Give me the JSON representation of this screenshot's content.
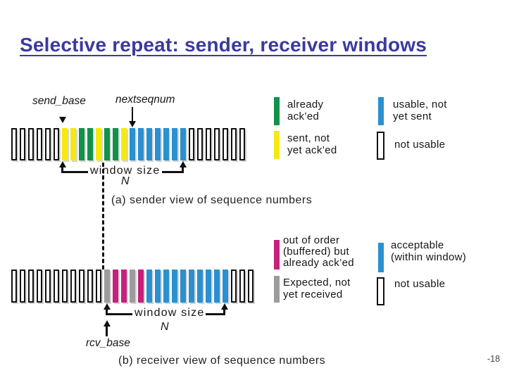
{
  "title": "Selective repeat: sender, receiver windows",
  "page_number": "-18",
  "colors": {
    "green": "#12914b",
    "yellow": "#f6e912",
    "blue": "#2a90d0",
    "magenta": "#c6217c",
    "gray": "#9c9c9c",
    "white": "#ffffff",
    "outline": "#101010",
    "title": "#3a3a9e"
  },
  "sender": {
    "label_send_base": "send_base",
    "label_nextseqnum": "nextseqnum",
    "window_label": "window size",
    "window_n": "N",
    "caption": "(a) sender view of sequence numbers",
    "bars": [
      "white",
      "white",
      "white",
      "white",
      "white",
      "white",
      "yellow",
      "yellow",
      "green",
      "green",
      "yellow",
      "green",
      "green",
      "yellow",
      "blue",
      "blue",
      "blue",
      "blue",
      "blue",
      "blue",
      "blue",
      "white",
      "white",
      "white",
      "white",
      "white",
      "white",
      "white"
    ]
  },
  "receiver": {
    "label_rcv_base": "rcv_base",
    "window_label": "window size",
    "window_n": "N",
    "caption": "(b) receiver view of sequence numbers",
    "bars": [
      "white",
      "white",
      "white",
      "white",
      "white",
      "white",
      "white",
      "white",
      "white",
      "white",
      "white",
      "gray",
      "magenta",
      "magenta",
      "gray",
      "magenta",
      "blue",
      "blue",
      "blue",
      "blue",
      "blue",
      "blue",
      "blue",
      "blue",
      "blue",
      "blue",
      "white",
      "white",
      "white"
    ]
  },
  "legend_sender": [
    {
      "swatch": "green",
      "lines": [
        "already",
        "ack’ed"
      ]
    },
    {
      "swatch": "yellow",
      "lines": [
        "sent, not",
        "yet ack’ed"
      ]
    },
    {
      "swatch": "blue",
      "lines": [
        "usable, not",
        "yet sent"
      ]
    },
    {
      "swatch": "white",
      "lines": [
        "not usable"
      ]
    }
  ],
  "legend_receiver": [
    {
      "swatch": "magenta",
      "lines": [
        "out of order",
        "(buffered) but",
        "already ack’ed"
      ]
    },
    {
      "swatch": "gray",
      "lines": [
        "Expected, not",
        "yet received"
      ]
    },
    {
      "swatch": "blue",
      "lines": [
        "acceptable",
        "(within window)"
      ]
    },
    {
      "swatch": "white",
      "lines": [
        "not usable"
      ]
    }
  ]
}
